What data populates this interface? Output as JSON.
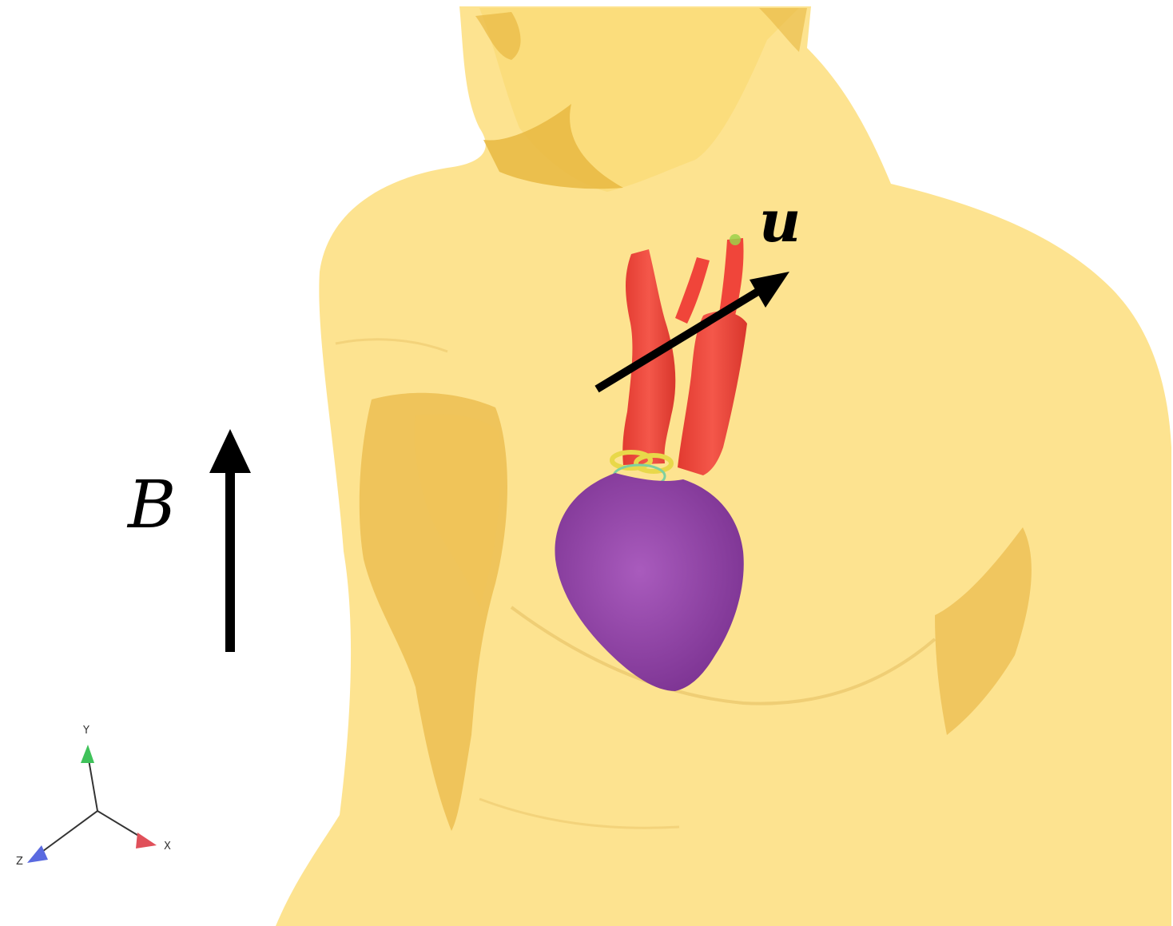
{
  "figure": {
    "labels": {
      "field": "B",
      "velocity": "u"
    },
    "axes_triad": {
      "x": "X",
      "y": "Y",
      "z": "Z",
      "colors": {
        "x": "#e0505a",
        "y": "#3fc25a",
        "z": "#5a6ae0"
      }
    },
    "colors": {
      "body": "#fde28a",
      "body_shadow": "#eab94a",
      "heart": "#9b4cb0",
      "vessels": "#f0453a",
      "valve_ring": "#e8d84a",
      "arrows": "#000000"
    },
    "icons": {
      "field_arrow": "arrow-up",
      "velocity_arrow": "arrow-up-right"
    }
  }
}
